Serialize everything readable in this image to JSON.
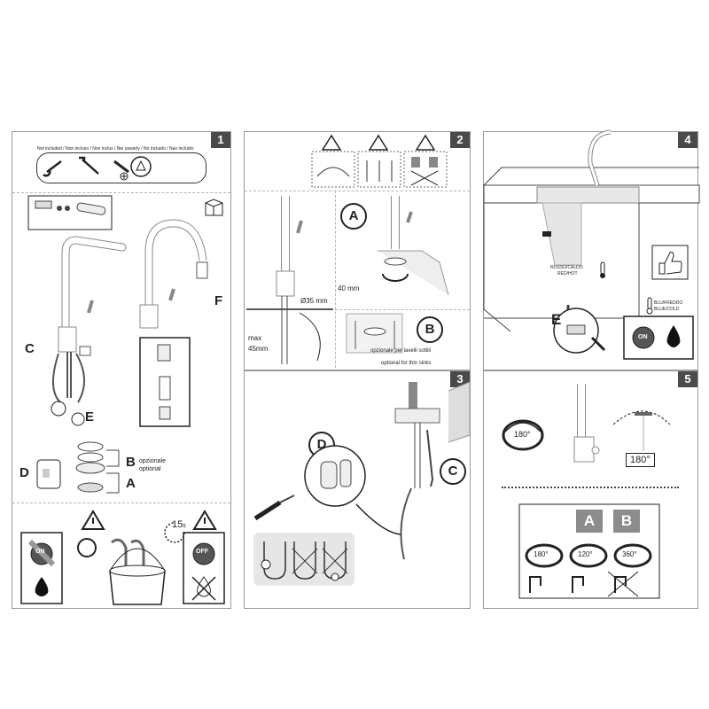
{
  "panel1": {
    "number": "1",
    "not_included": "Not included / Non incluso / Non inclus / Nie zawarty / No incluido / Nao incluido",
    "label_c": "C",
    "label_e": "E",
    "label_f": "F",
    "label_d": "D",
    "label_b": "B",
    "label_a": "A",
    "opzionale": "opzionale",
    "optional": "optional",
    "timer": "15",
    "timer_unit": "s",
    "on_label": "ON",
    "off_label": "OFF"
  },
  "panel2": {
    "number": "2",
    "label_a": "A",
    "label_b": "B",
    "diameter": "Ø35 mm",
    "height_40": "40 mm",
    "max_label": "max",
    "max_value": "45mm",
    "thin_it": "opzionale per lavelli sottili",
    "thin_en": "optional for thin sinks"
  },
  "panel3": {
    "number": "3",
    "label_d": "D",
    "label_c": "C"
  },
  "panel4": {
    "number": "4",
    "hot_it": "ROSSO/CALDO",
    "hot_en": "RED/HOT",
    "cold_it": "BLU/FREDDO",
    "cold_en": "BLUE/COLD",
    "label_e": "E",
    "on_label": "ON"
  },
  "panel5": {
    "number": "5",
    "rot_left": "180°",
    "rot_right": "180°",
    "tag_a": "A",
    "tag_b": "B",
    "deg1": "180°",
    "deg2": "120°",
    "deg3": "360°"
  }
}
